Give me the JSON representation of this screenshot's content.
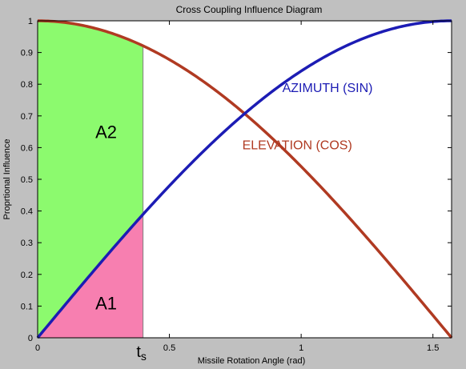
{
  "chart_data": {
    "type": "line",
    "title": "Cross Coupling Influence Diagram",
    "xlabel": "Missile Rotation Angle (rad)",
    "ylabel": "Proprtional Influence",
    "xlim": [
      0,
      1.5708
    ],
    "ylim": [
      0,
      1
    ],
    "grid": false,
    "x_ticks": [
      0,
      0.5,
      1,
      1.5
    ],
    "x_tick_labels": [
      "0",
      "0.5",
      "1",
      "1.5"
    ],
    "y_ticks": [
      0,
      0.1,
      0.2,
      0.3,
      0.4,
      0.5,
      0.6,
      0.7,
      0.8,
      0.9,
      1
    ],
    "y_tick_labels": [
      "0",
      "0.1",
      "0.2",
      "0.3",
      "0.4",
      "0.5",
      "0.6",
      "0.7",
      "0.8",
      "0.9",
      "1"
    ],
    "series": [
      {
        "name": "AZIMUTH (SIN)",
        "function": "sin",
        "color": "#1c1cb4",
        "x": [
          0,
          0.1,
          0.2,
          0.3,
          0.4,
          0.5,
          0.6,
          0.7,
          0.785,
          0.9,
          1.0,
          1.1,
          1.2,
          1.3,
          1.4,
          1.5,
          1.5708
        ],
        "y": [
          0,
          0.0998,
          0.1987,
          0.2955,
          0.3894,
          0.4794,
          0.5646,
          0.6442,
          0.7071,
          0.7833,
          0.8415,
          0.8912,
          0.932,
          0.9636,
          0.9854,
          0.9975,
          1.0
        ]
      },
      {
        "name": "ELEVATION (COS)",
        "function": "cos",
        "color": "#b03a22",
        "x": [
          0,
          0.1,
          0.2,
          0.3,
          0.4,
          0.5,
          0.6,
          0.7,
          0.785,
          0.9,
          1.0,
          1.1,
          1.2,
          1.3,
          1.4,
          1.5,
          1.5708
        ],
        "y": [
          1.0,
          0.995,
          0.9801,
          0.9553,
          0.9211,
          0.8776,
          0.8253,
          0.7648,
          0.7071,
          0.6216,
          0.5403,
          0.4536,
          0.3624,
          0.2675,
          0.17,
          0.0707,
          0
        ]
      }
    ],
    "areas": [
      {
        "label": "A1",
        "color": "#f77fb0",
        "x_range": [
          0,
          0.4
        ],
        "between": [
          "0",
          "sin"
        ],
        "label_pos": [
          0.26,
          0.09
        ]
      },
      {
        "label": "A2",
        "color": "#8cfa6e",
        "x_range": [
          0,
          0.4
        ],
        "between": [
          "sin",
          "cos"
        ],
        "label_pos": [
          0.26,
          0.63
        ]
      }
    ],
    "annotations": [
      {
        "text": "t",
        "subscript": "s",
        "x": 0.4
      }
    ],
    "colors": {
      "background": "#c0c0c0",
      "plot_background": "#ffffff",
      "vline": "#808080"
    }
  }
}
